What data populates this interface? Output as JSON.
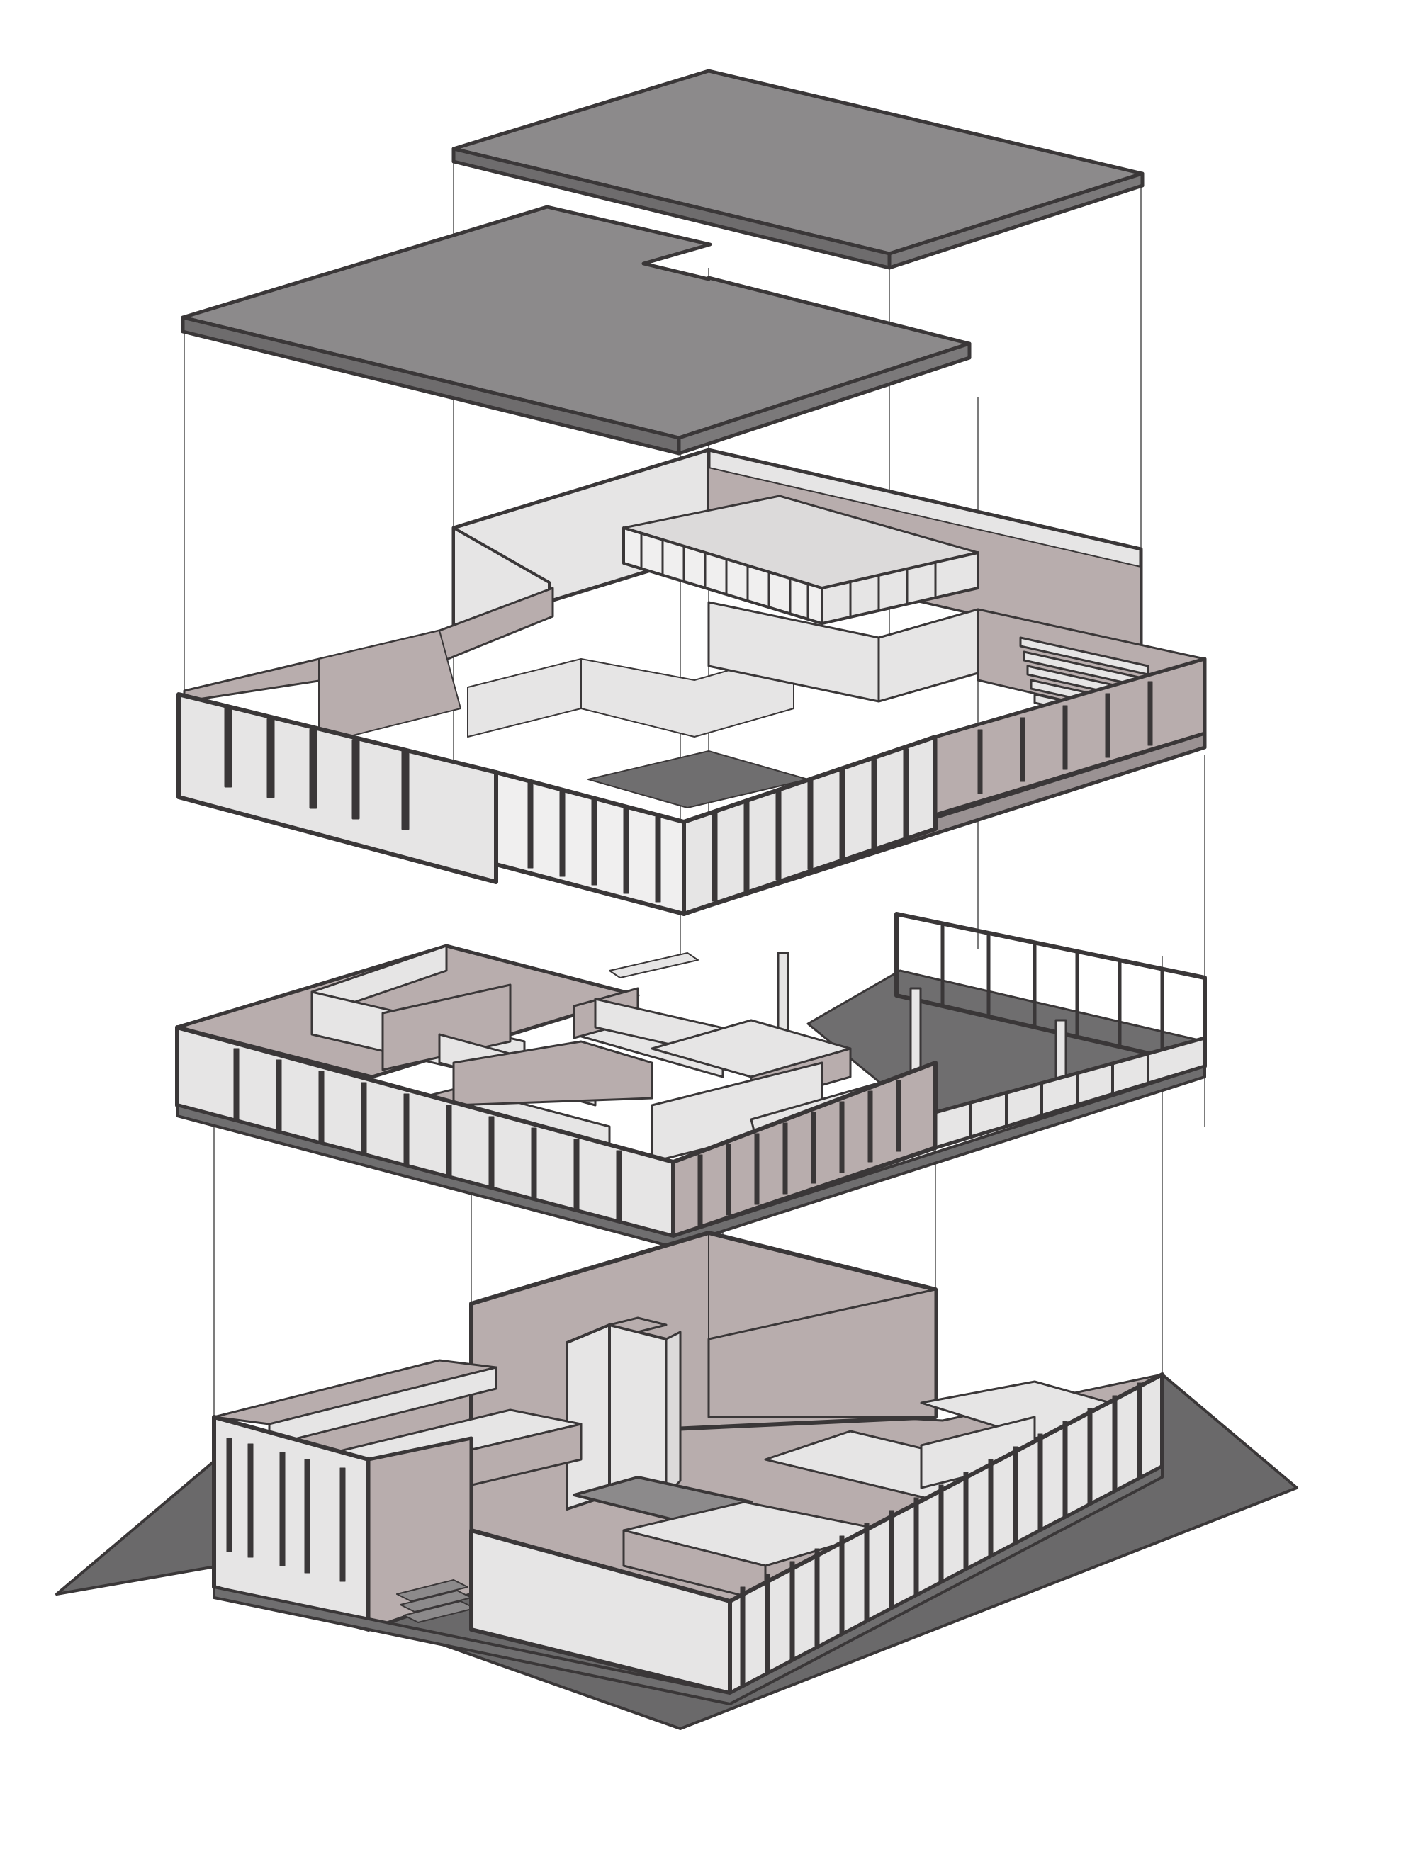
{
  "diagram": {
    "kind": "exploded axonometric building diagram",
    "levels": [
      "roof-upper",
      "roof-lower",
      "upper-floor",
      "middle-floor",
      "ground-floor"
    ],
    "colors": {
      "roof": "#8c8a8b",
      "wall_light": "#e6e5e5",
      "wall_mauve": "#b8adad",
      "floor_dark": "#6f6e6f",
      "shadow": "#6a696a",
      "outline": "#3a3738",
      "guide": "#444444",
      "background": "#ffffff"
    }
  }
}
